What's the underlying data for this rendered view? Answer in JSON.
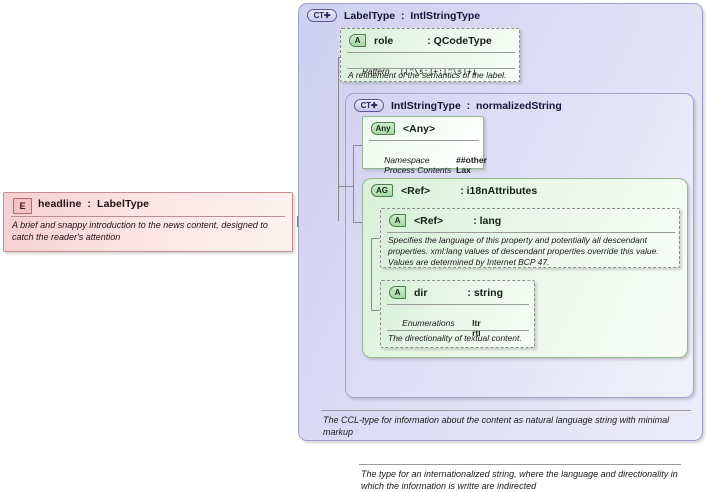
{
  "diagram": {
    "kind": "xsd-schema-documentation",
    "element": {
      "badge": "E",
      "badge_icon": "element-icon",
      "name": "headline",
      "separator": ":",
      "type": "LabelType",
      "title": "headline  :  LabelType",
      "documentation": "A brief and snappy introduction to the news content, designed to catch the reader's attention",
      "expander": "collapse-icon",
      "expander_state": "−"
    },
    "complex_type_outer": {
      "badge": "CT",
      "badge_icon": "complextype-expand-icon",
      "name": "LabelType",
      "separator": ":",
      "base": "IntlStringType",
      "title": "LabelType  :  IntlStringType",
      "documentation": "The CCL-type for information about the content as natural language string with minimal markup",
      "attribute": {
        "badge": "A",
        "badge_icon": "attribute-icon",
        "name": "role",
        "separator": ":",
        "type": "QCodeType",
        "title": "role",
        "type_label": ": QCodeType",
        "facets": [
          {
            "key": "Pattern",
            "value": "[[^\\s:]+:[^\\s]+]"
          }
        ],
        "documentation": "A refinement of the semantics of the label."
      }
    },
    "complex_type_inner": {
      "badge": "CT",
      "badge_icon": "complextype-expand-icon",
      "name": "IntlStringType",
      "separator": ":",
      "base": "normalizedString",
      "title": "IntlStringType  :  normalizedString",
      "documentation": "The type for an internationalized string, where the language and directionality in which the information is writte are indirected",
      "any": {
        "badge": "Any",
        "badge_icon": "any-icon",
        "title": "<Any>",
        "facets": [
          {
            "key": "Namespace",
            "value": "##other"
          },
          {
            "key": "Process Contents",
            "value": "Lax"
          }
        ]
      },
      "attribute_group": {
        "badge": "AG",
        "badge_icon": "attributegroup-icon",
        "name": "<Ref>",
        "separator": ":",
        "type": "i18nAttributes",
        "title": "<Ref>",
        "type_label": ": i18nAttributes",
        "attributes": [
          {
            "badge": "A",
            "badge_icon": "attribute-icon",
            "name": "<Ref>",
            "separator": ":",
            "type": "lang",
            "title": "<Ref>",
            "type_label": ": lang",
            "facets": [],
            "documentation": "Specifies the language of this property and potentially all descendant properties. xml:lang values of descendant properties override this value. Values are determined by Internet BCP 47."
          },
          {
            "badge": "A",
            "badge_icon": "attribute-icon",
            "name": "dir",
            "separator": ":",
            "type": "string",
            "title": "dir",
            "type_label": ": string",
            "facets": [
              {
                "key": "Enumerations",
                "value": "ltr"
              },
              {
                "key": "",
                "value": "rtl"
              }
            ],
            "documentation": "The directionality of textual content."
          }
        ]
      }
    },
    "colors": {
      "element_fill": "#f9ded c",
      "element_border": "#c98e8e",
      "complextype_fill": "#dcdcf4",
      "complextype_border": "#9f9fd0",
      "attribute_fill": "#e8f7e8",
      "attribute_border": "#8fba8f",
      "connector": "#8a8a8a"
    }
  }
}
